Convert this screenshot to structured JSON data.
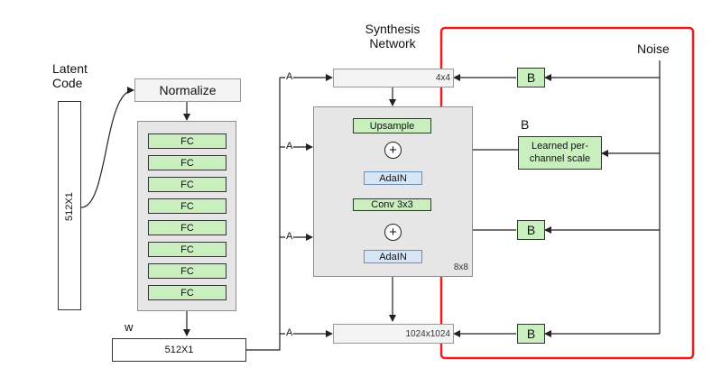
{
  "latent": {
    "title_line1": "Latent",
    "title_line2": "Code",
    "vector": "512X1"
  },
  "mapping": {
    "normalize": "Normalize",
    "fc_label": "FC",
    "fc_layers": [
      "FC",
      "FC",
      "FC",
      "FC",
      "FC",
      "FC",
      "FC",
      "FC"
    ],
    "w_label": "w",
    "w_vector": "512X1"
  },
  "synthesis": {
    "title_line1": "Synthesis",
    "title_line2": "Network",
    "const_res": "4x4",
    "upsample": "Upsample",
    "plus": "+",
    "adain": "AdaIN",
    "conv": "Conv 3x3",
    "block_res": "8x8",
    "output_res": "1024x1024",
    "affine": "A"
  },
  "noise": {
    "title": "Noise",
    "b": "B",
    "b_header": "B",
    "learned_line1": "Learned per-",
    "learned_line2": "channel scale"
  },
  "colors": {
    "highlight": "#ee1d1d",
    "green_fill": "#c9efbf",
    "blue_fill": "#d7e6f7",
    "panel_fill": "#e6e6e6"
  }
}
